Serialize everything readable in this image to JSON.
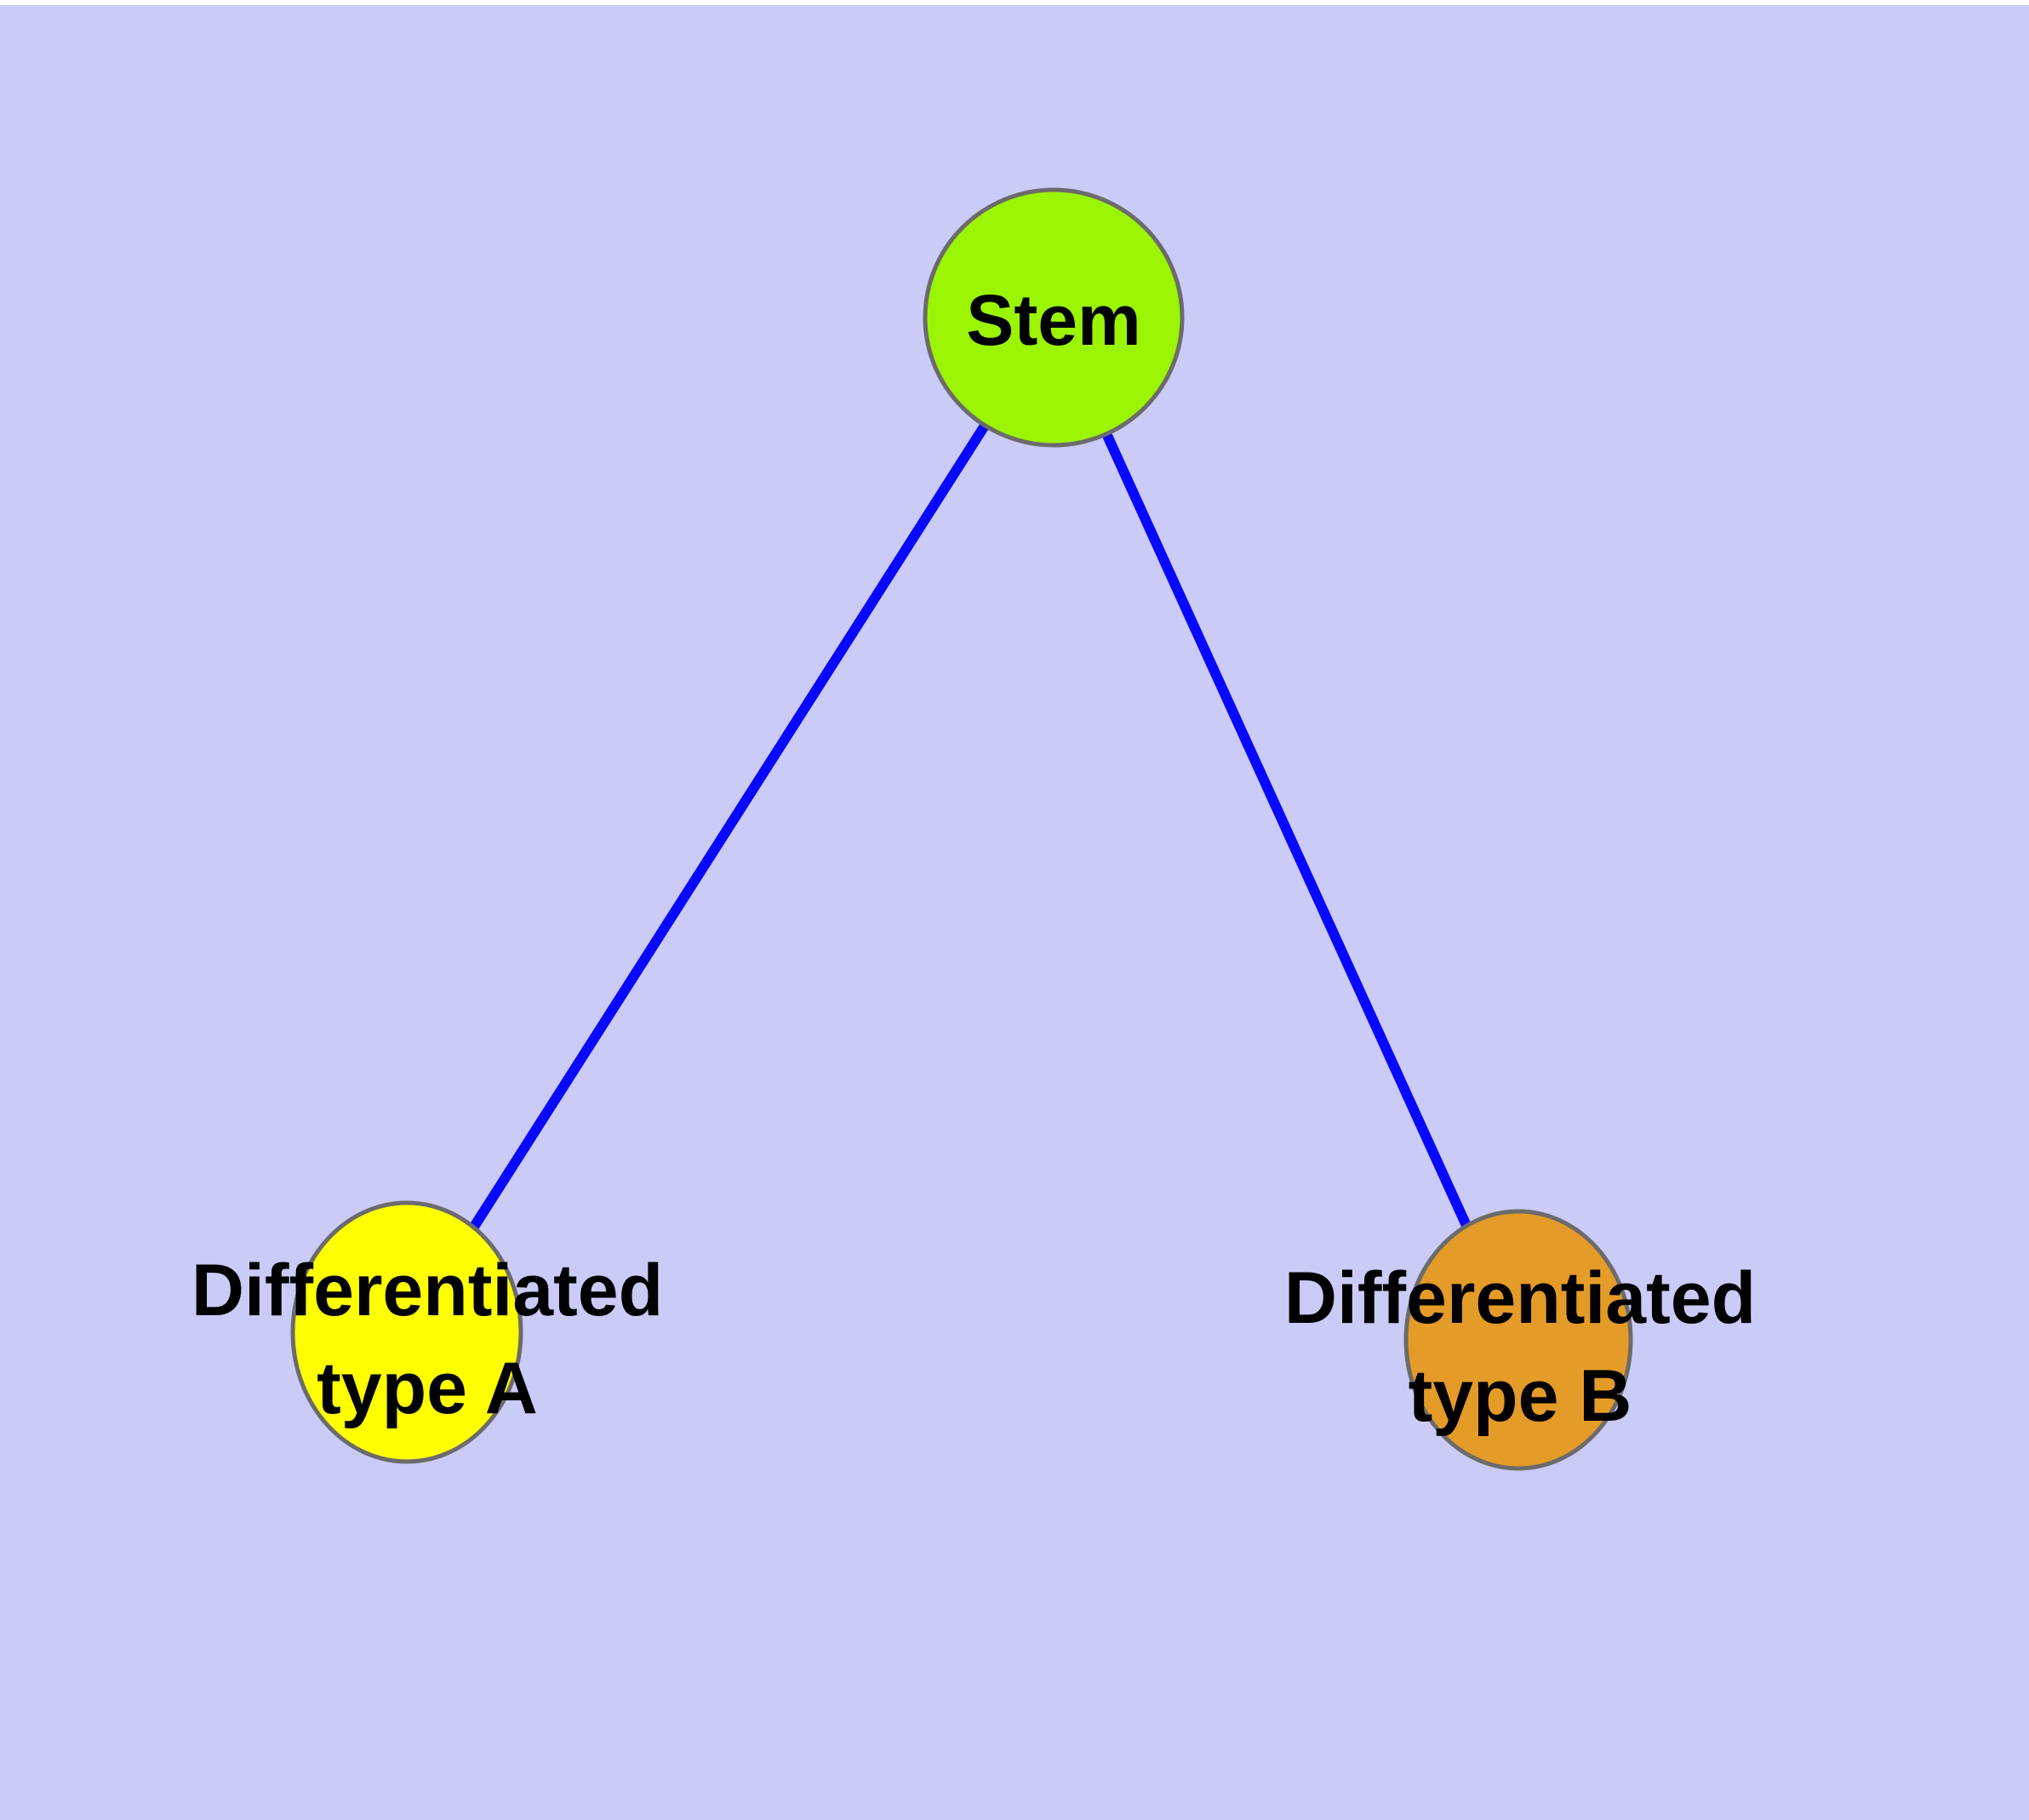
{
  "diagram": {
    "type": "graph",
    "background_color": "#cbcbf8",
    "canvas_margin_color": "#ffffff",
    "edge_color": "#0808ff",
    "node_border_color": "#6b6b6b",
    "label_color": "#000000",
    "nodes": [
      {
        "id": "stem",
        "label": "Stem",
        "fill_color": "#9bf402"
      },
      {
        "id": "differentiated-type-a",
        "label": "Differentiated type A",
        "line1": "Differentiated",
        "line2": "type A",
        "fill_color": "#ffff00"
      },
      {
        "id": "differentiated-type-b",
        "label": "Differentiated type B",
        "line1": "Differentiated",
        "line2": "type B",
        "fill_color": "#e49b27"
      }
    ],
    "edges": [
      {
        "from": "stem",
        "to": "differentiated-type-a",
        "color": "#0808ff"
      },
      {
        "from": "stem",
        "to": "differentiated-type-b",
        "color": "#0808ff"
      }
    ]
  }
}
